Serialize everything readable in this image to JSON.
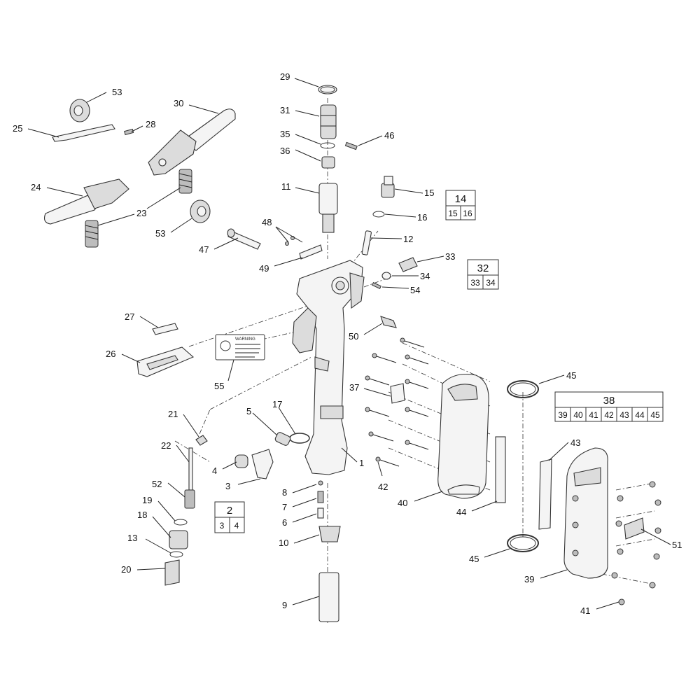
{
  "labels": {
    "p1": "1",
    "p2": "2",
    "p3": "3",
    "p4": "4",
    "p5": "5",
    "p6": "6",
    "p7": "7",
    "p8": "8",
    "p9": "9",
    "p10": "10",
    "p11": "11",
    "p12": "12",
    "p13": "13",
    "p15": "15",
    "p16": "16",
    "p17": "17",
    "p18": "18",
    "p19": "19",
    "p20": "20",
    "p21": "21",
    "p22": "22",
    "p23a": "23",
    "p24": "24",
    "p25": "25",
    "p26": "26",
    "p27": "27",
    "p28": "28",
    "p29": "29",
    "p30": "30",
    "p31": "31",
    "p33": "33",
    "p34": "34",
    "p35": "35",
    "p36": "36",
    "p37": "37",
    "p39": "39",
    "p40": "40",
    "p41": "41",
    "p42": "42",
    "p43": "43",
    "p44": "44",
    "p45a": "45",
    "p45b": "45",
    "p46": "46",
    "p47": "47",
    "p48": "48",
    "p49": "49",
    "p50": "50",
    "p51": "51",
    "p52": "52",
    "p53a": "53",
    "p53b": "53",
    "p54": "54",
    "p55": "55"
  },
  "kits": {
    "k14": {
      "title": "14",
      "items": [
        "15",
        "16"
      ]
    },
    "k32": {
      "title": "32",
      "items": [
        "33",
        "34"
      ]
    },
    "k2": {
      "title": "2",
      "items": [
        "3",
        "4"
      ]
    },
    "k38": {
      "title": "38",
      "items": [
        "39",
        "40",
        "41",
        "42",
        "43",
        "44",
        "45"
      ]
    }
  },
  "decal": {
    "title": "WARNING"
  }
}
